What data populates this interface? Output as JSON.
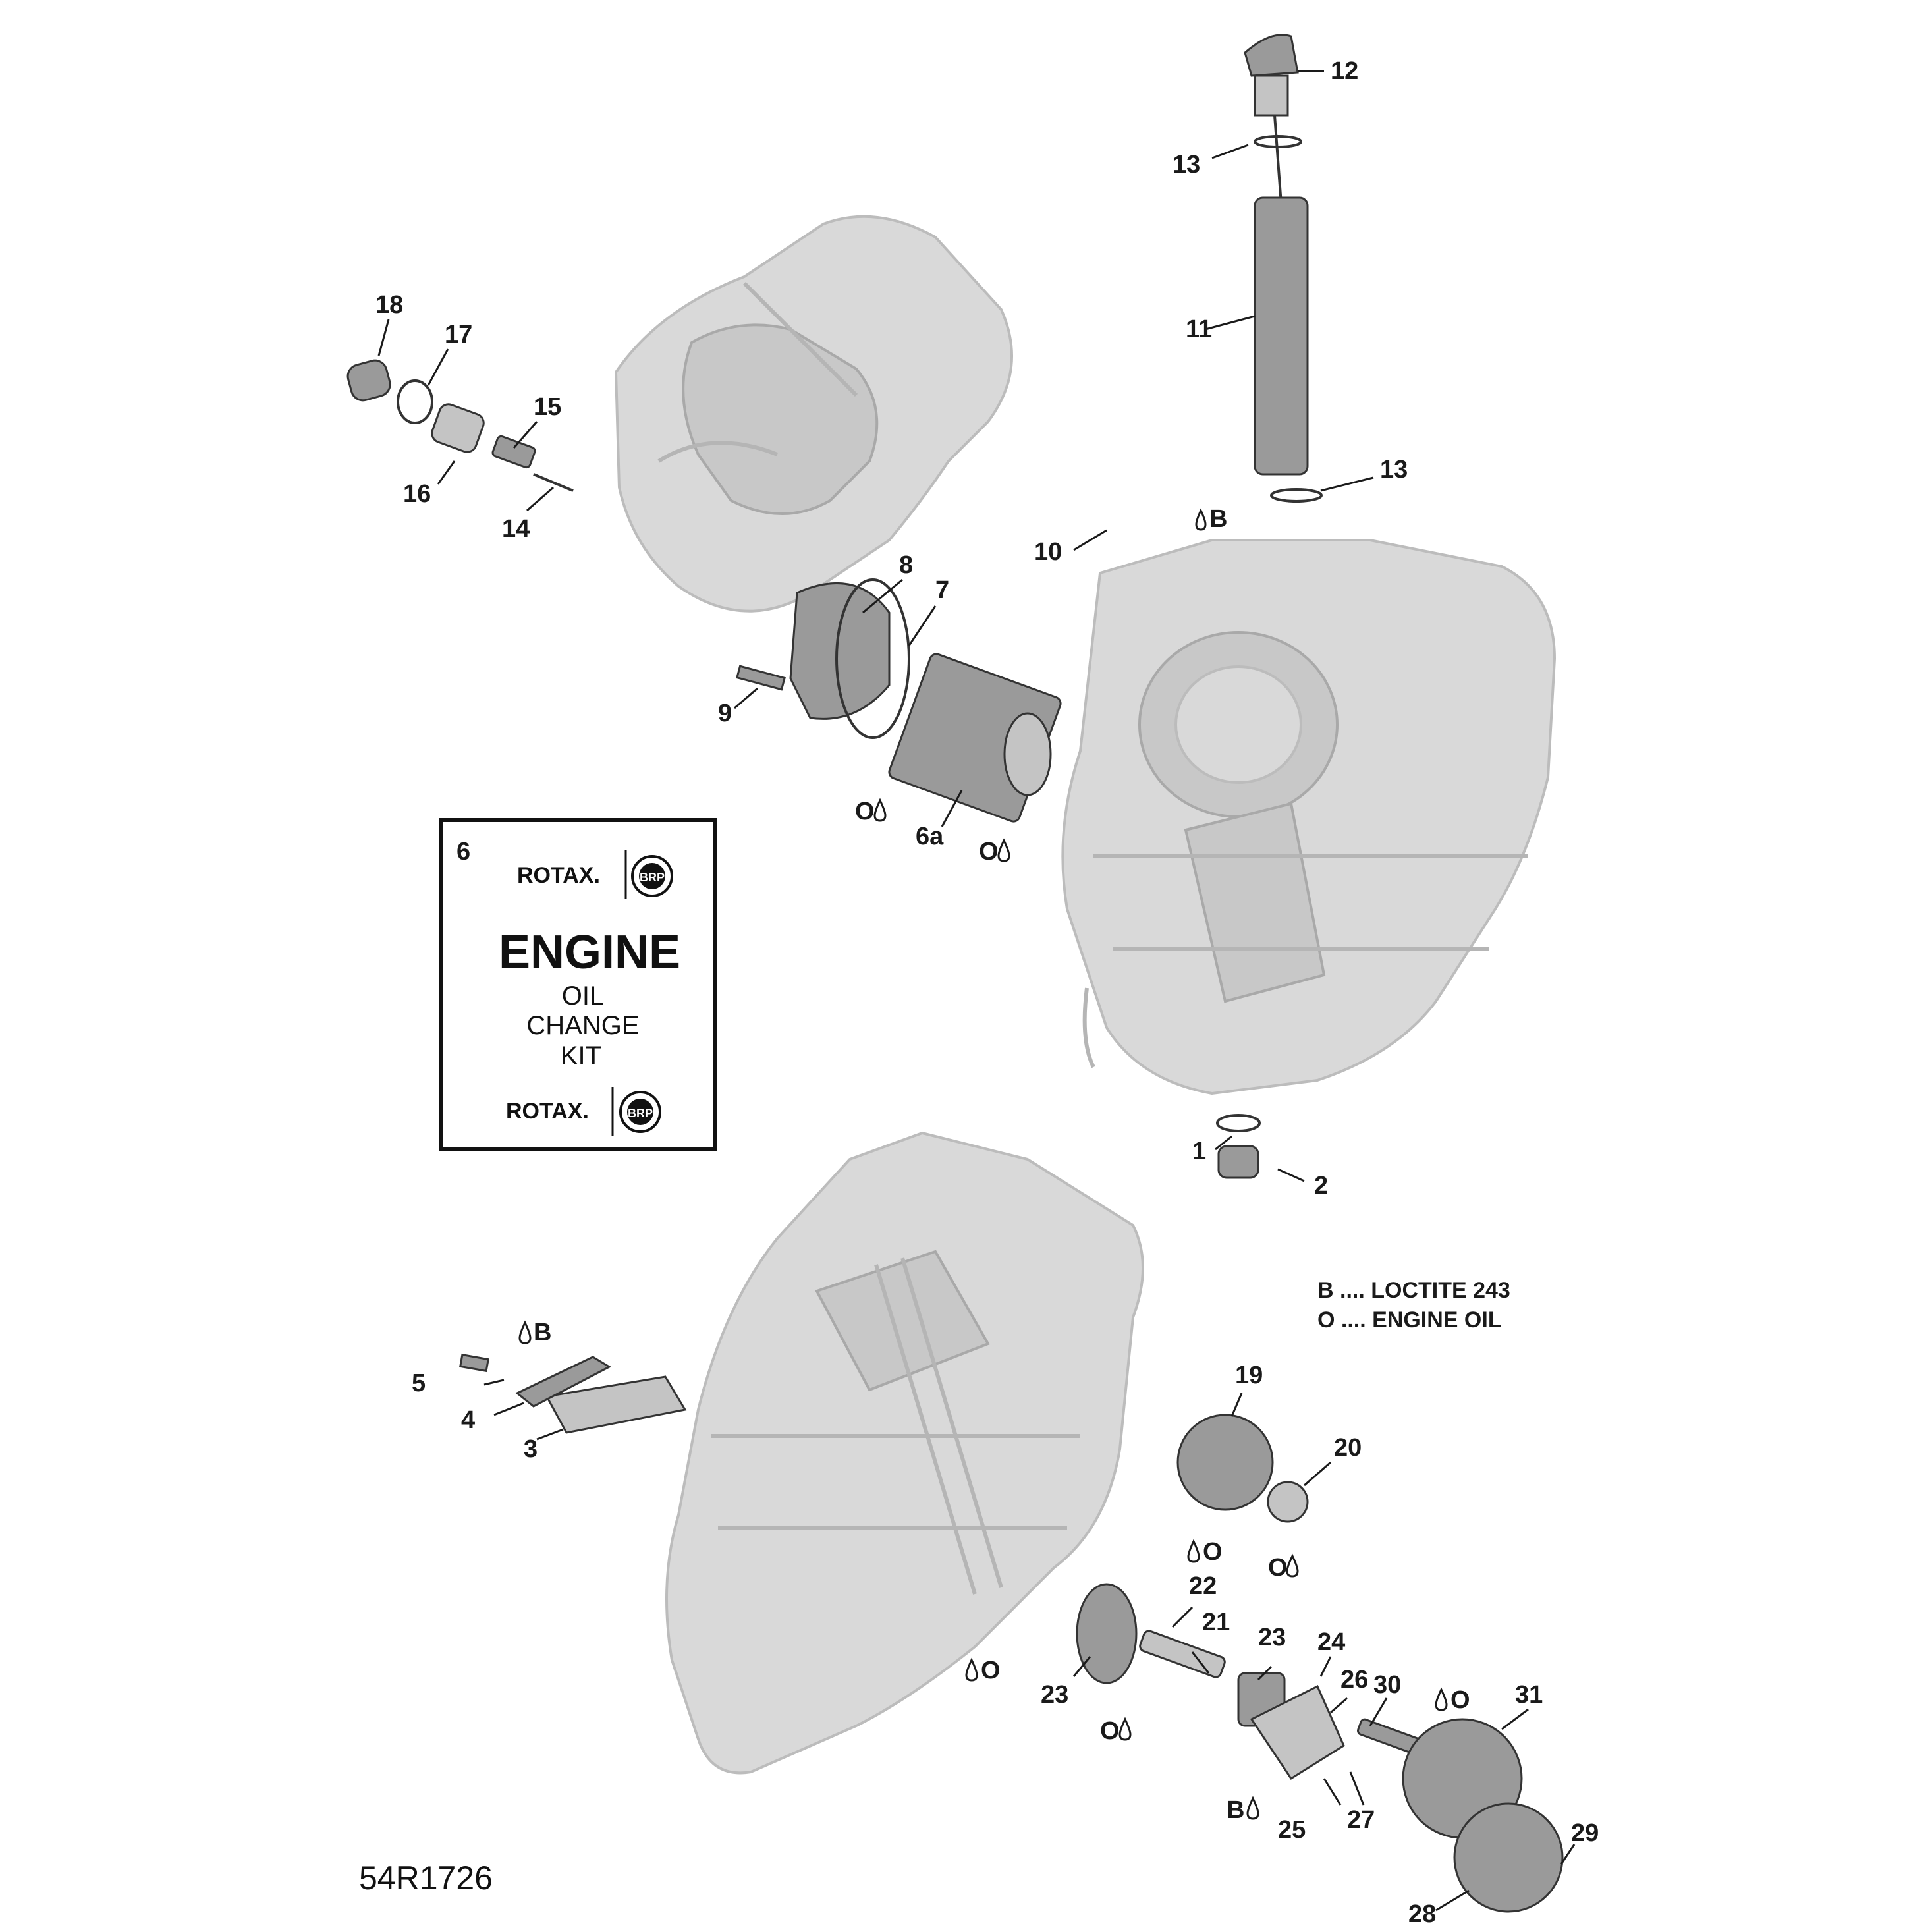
{
  "callouts": {
    "c1": "1",
    "c2": "2",
    "c3": "3",
    "c4": "4",
    "c5": "5",
    "c6a": "6a",
    "c7": "7",
    "c8": "8",
    "c9": "9",
    "c10": "10",
    "c11": "11",
    "c12": "12",
    "c13a": "13",
    "c13b": "13",
    "c14": "14",
    "c15": "15",
    "c16": "16",
    "c17": "17",
    "c18": "18",
    "c19": "19",
    "c20": "20",
    "c21": "21",
    "c22": "22",
    "c23a": "23",
    "c23b": "23",
    "c24": "24",
    "c25": "25",
    "c26": "26",
    "c27": "27",
    "c28": "28",
    "c29": "29",
    "c30": "30",
    "c31": "31"
  },
  "symbols": {
    "oil": "O",
    "loctite": "B"
  },
  "kit": {
    "number": "6",
    "brand_top": "ROTAX.",
    "brand_bottom": "ROTAX.",
    "badge": "BRP",
    "title": "ENGINE",
    "line1": "OIL",
    "line2": "CHANGE",
    "line3": "KIT"
  },
  "legend": {
    "b": "B .... LOCTITE 243",
    "o": "O .... ENGINE OIL"
  },
  "reference": "54R1726",
  "icons": [
    "drop-icon",
    "brp-badge-icon"
  ]
}
